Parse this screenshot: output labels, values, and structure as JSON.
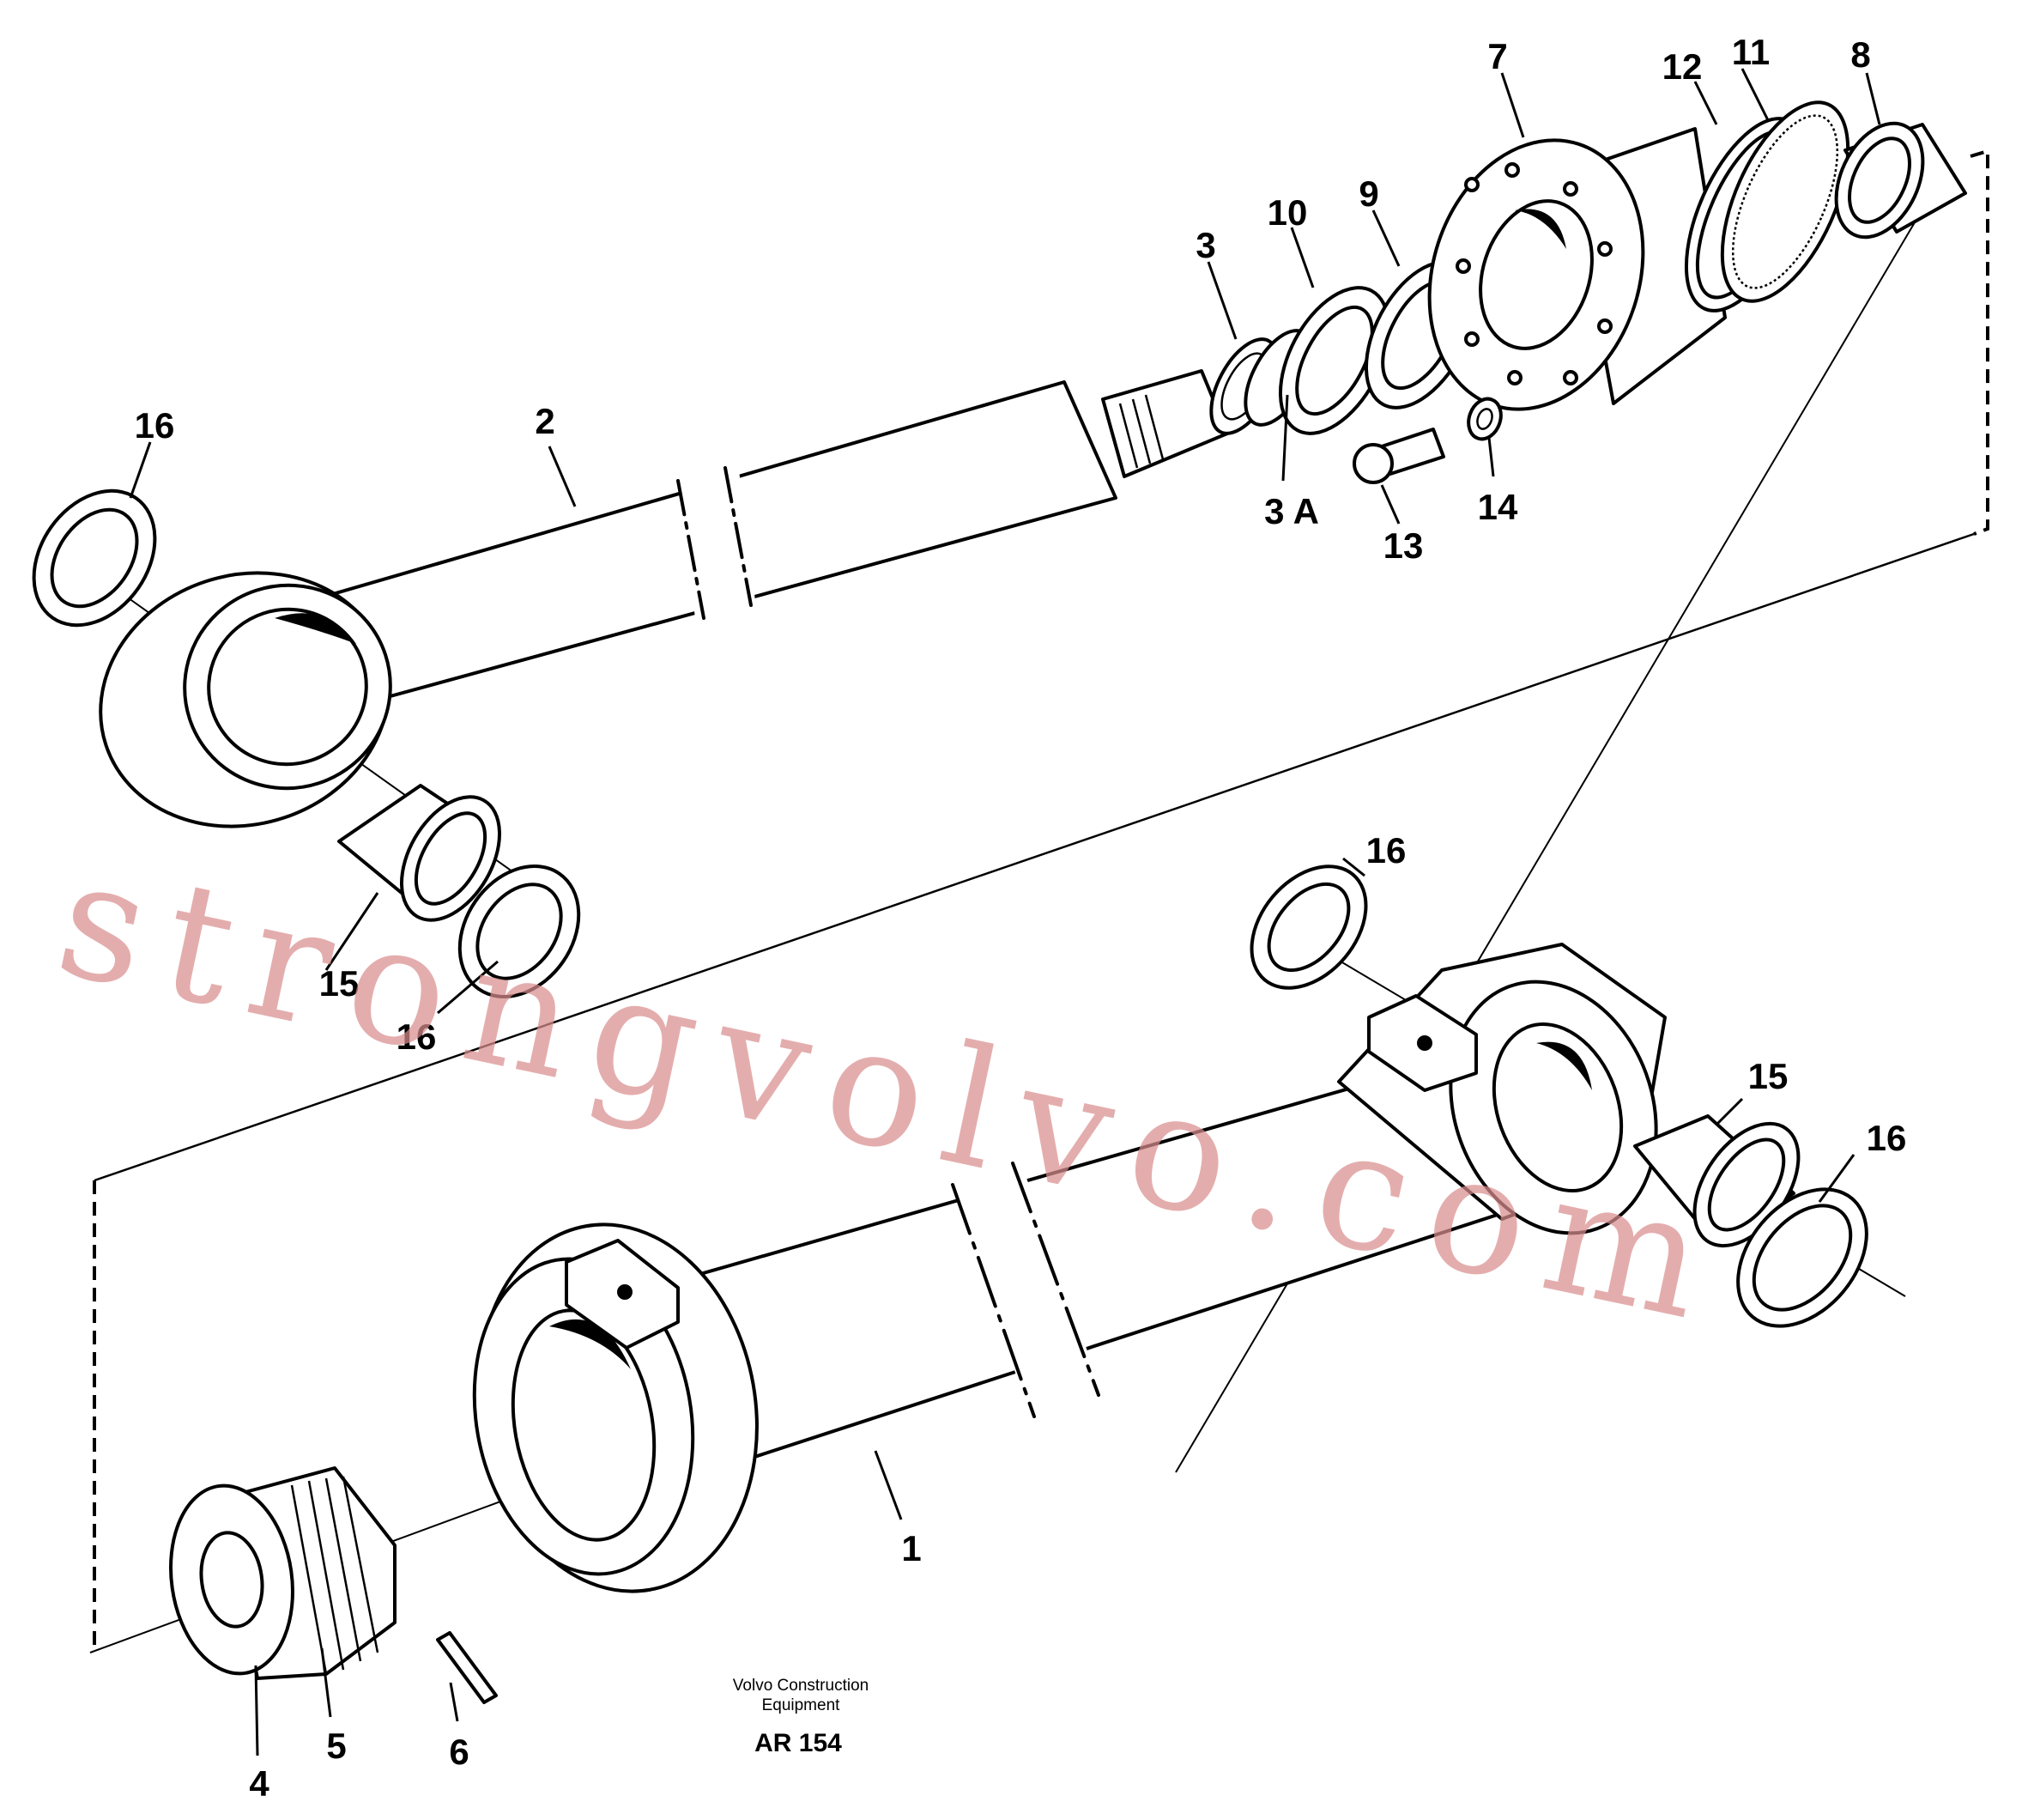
{
  "callouts": {
    "c1": "1",
    "c2": "2",
    "c3": "3",
    "c3a": "3 A",
    "c4": "4",
    "c5": "5",
    "c6": "6",
    "c7": "7",
    "c8": "8",
    "c9": "9",
    "c10": "10",
    "c11": "11",
    "c12": "12",
    "c13": "13",
    "c14": "14",
    "c15_top": "15",
    "c15_bottom": "15",
    "c16_topleft": "16",
    "c16_mid": "16",
    "c16_upperright": "16",
    "c16_right": "16"
  },
  "footer": {
    "line1": "Volvo Construction",
    "line2": "Equipment",
    "code": "AR 154"
  },
  "watermark": "strongvolvo.com",
  "colors": {
    "line": "#000000",
    "background": "#ffffff",
    "watermark": "#d98e8e"
  }
}
